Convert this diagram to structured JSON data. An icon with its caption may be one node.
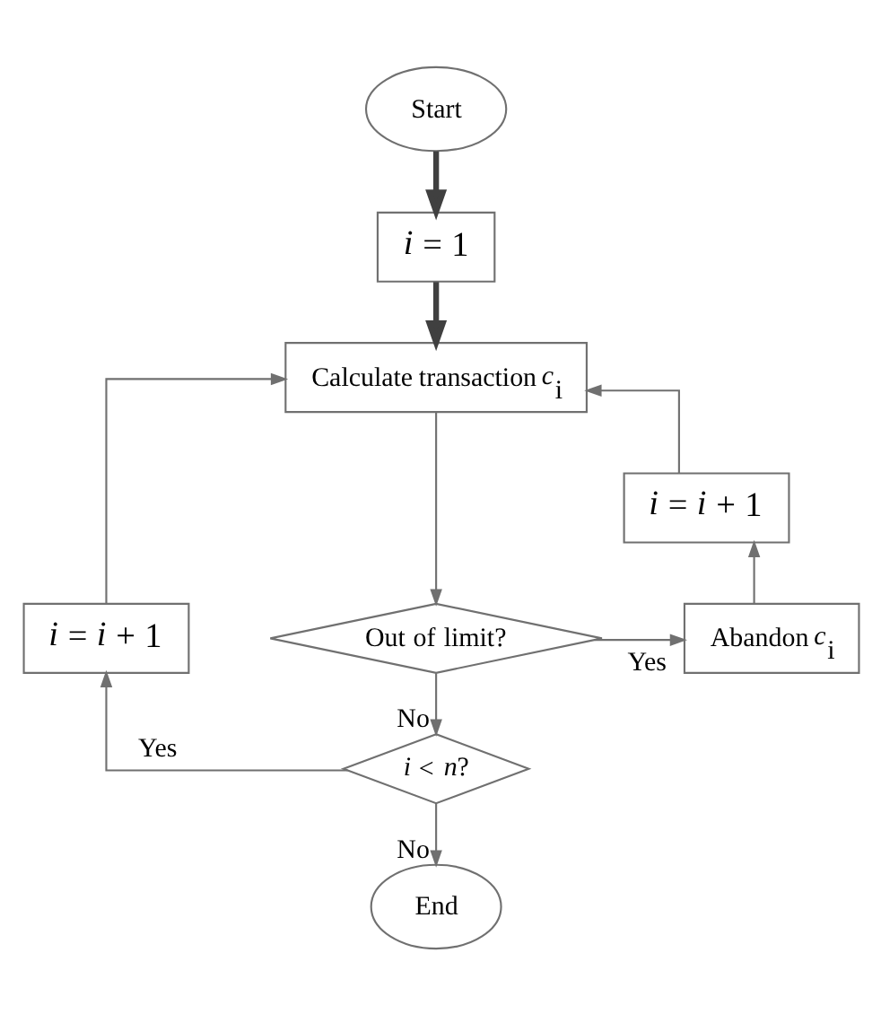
{
  "diagram": {
    "nodes": [
      {
        "text": [
          "Start"
        ]
      },
      {
        "text": [
          "*i* = 1"
        ]
      },
      {
        "text": [
          "Calculate transaction *c*$_{i}$"
        ]
      },
      {
        "text": [
          "*i* = *i* + 1"
        ]
      },
      {
        "text": [
          "*i* = *i* + 1"
        ]
      },
      {
        "text": [
          "Abandon *c*$_{i}$"
        ]
      },
      {
        "text": [
          "Out of limit?"
        ]
      },
      {
        "text": [
          "*i* < *n*?"
        ]
      },
      {
        "text": [
          "End"
        ]
      }
    ],
    "edges": [
      {
        "from": 0,
        "to": 1,
        "arrow": "to",
        "style": "thick",
        "color": "#404040"
      },
      {
        "from": 1,
        "to": 2,
        "arrow": "to",
        "style": "thick",
        "color": "#404040"
      },
      {
        "from": 2,
        "to": 6,
        "arrow": "to"
      },
      {
        "from": 6,
        "to": 5,
        "arrow": "to",
        "label": "Yes"
      },
      {
        "from": 5,
        "to": 3,
        "arrow": "to"
      },
      {
        "from": 3,
        "to": 2,
        "arrow": "to"
      },
      {
        "from": 6,
        "to": 7,
        "arrow": "to",
        "label": "No"
      },
      {
        "from": 7,
        "to": 4,
        "arrow": "to",
        "label": "Yes"
      },
      {
        "from": 4,
        "to": 2,
        "arrow": "to"
      },
      {
        "from": 7,
        "to": 8,
        "arrow": "to",
        "label": "No"
      }
    ]
  }
}
